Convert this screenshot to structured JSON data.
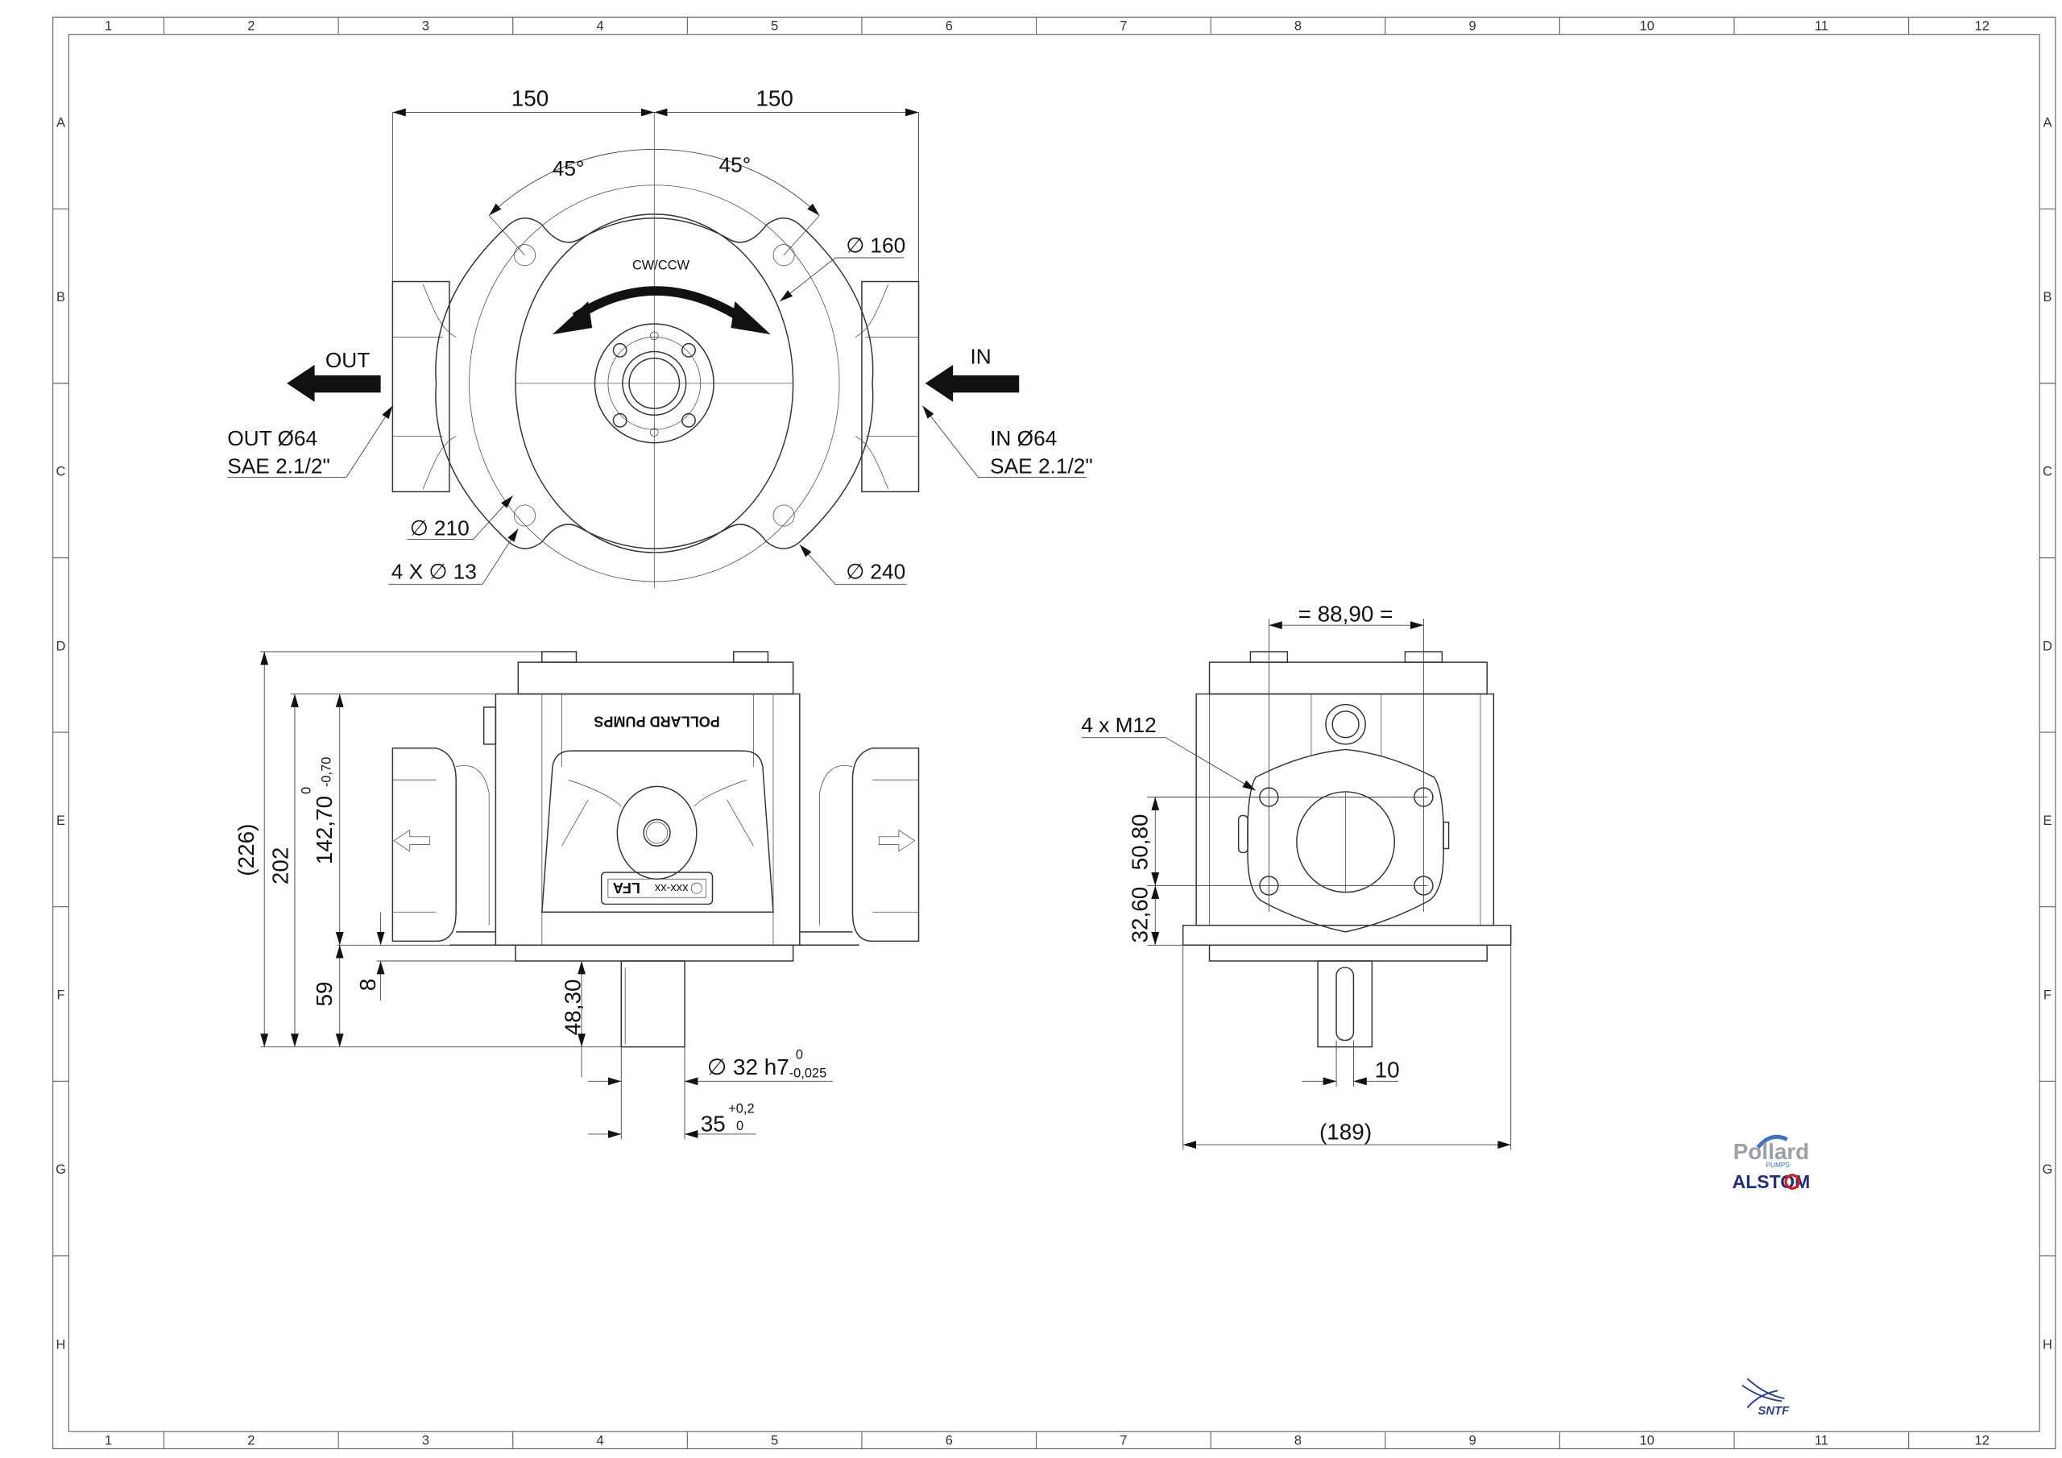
{
  "frame": {
    "columns": [
      "1",
      "2",
      "3",
      "4",
      "5",
      "6",
      "7",
      "8",
      "9",
      "10",
      "11",
      "12"
    ],
    "rows": [
      "A",
      "B",
      "C",
      "D",
      "E",
      "F",
      "G",
      "H"
    ]
  },
  "top_view": {
    "dim_left": "150",
    "dim_right": "150",
    "angle_left": "45°",
    "angle_right": "45°",
    "rotation": "CW/CCW",
    "out_label": "OUT",
    "in_label": "IN",
    "out_port_1": "OUT Ø64",
    "out_port_2": "SAE 2.1/2\"",
    "in_port_1": "IN Ø64",
    "in_port_2": "SAE 2.1/2\"",
    "d160": "∅ 160",
    "d210": "∅ 210",
    "d240": "∅ 240",
    "holes": "4 X ∅  13"
  },
  "front_view": {
    "brand": "POLLARD PUMPS",
    "plate_code": "xxx-xx",
    "plate_model": "LFA",
    "d226": "(226)",
    "d202": "202",
    "d142": "142,70",
    "d142_tol_upper": "0",
    "d142_tol_lower": "-0,70",
    "d59": "59",
    "d8": "8",
    "d48": "48,30",
    "shaft_d": "∅ 32 h7",
    "shaft_tol_upper": "0",
    "shaft_tol_lower": "-0,025",
    "d35": "35",
    "d35_tol_upper": "+0,2",
    "d35_tol_lower": "0"
  },
  "side_view": {
    "d8890": "= 88,90 =",
    "threads": "4 x M12",
    "d5080": "50,80",
    "d3260": "32,60",
    "key": "10",
    "d189": "(189)"
  },
  "logos": {
    "pollard": "Pollard",
    "pollard_sub": "PUMPS",
    "alstom": "ALSTOM",
    "sntf": "SNTF"
  },
  "colors": {
    "line": "#333333",
    "alstom_blue": "#1f2f7a",
    "alstom_red": "#d0201c",
    "pollard_blue": "#3a6fc4",
    "sntf_blue": "#2a3f8c"
  }
}
